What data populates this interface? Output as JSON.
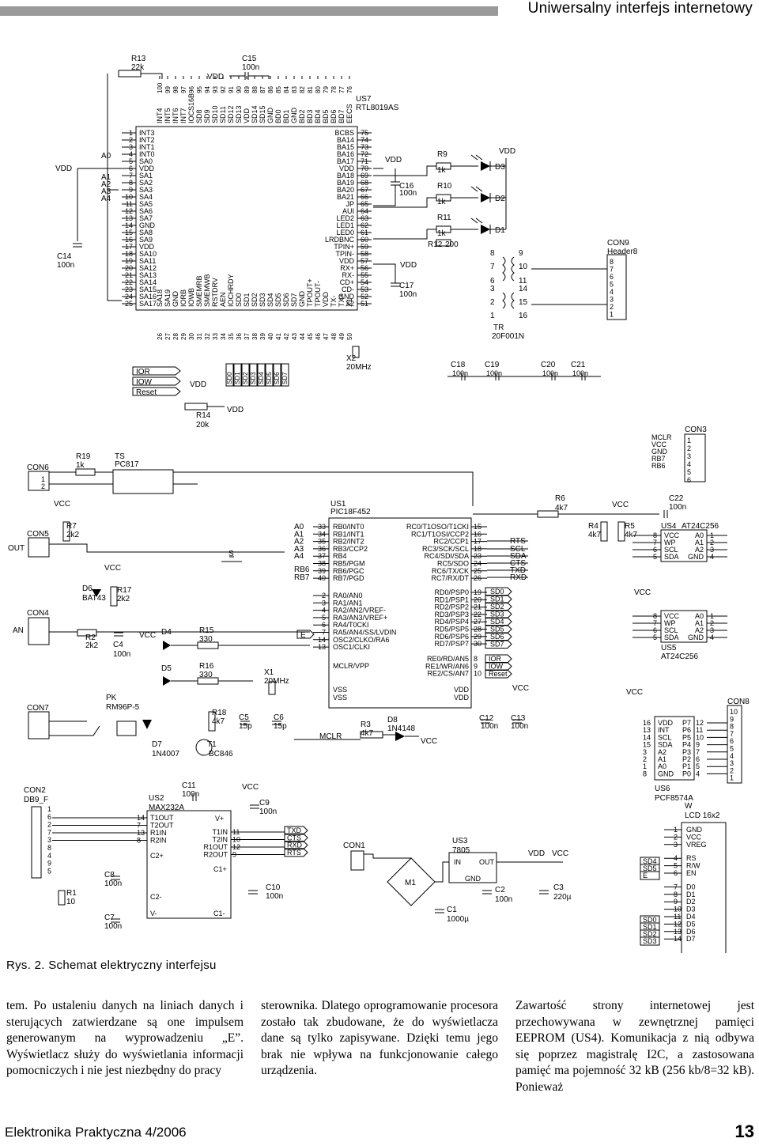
{
  "header": {
    "title": "Uniwersalny interfejs internetowy"
  },
  "figure": {
    "caption": "Rys. 2. Schemat elektryczny interfejsu",
    "labels": {
      "r13": "R13",
      "r13v": "22k",
      "c15": "C15",
      "c15v": "100n",
      "vdd": "VDD",
      "us7": "US7",
      "us7part": "RTL8019AS",
      "c14": "C14",
      "c14v": "100n",
      "us7_left_pins": [
        "INT3",
        "INT2",
        "INT1",
        "INT0",
        "SA0",
        "VDD",
        "SA1",
        "SA2",
        "SA3",
        "SA4",
        "SA5",
        "SA6",
        "SA7",
        "GND",
        "SA8",
        "SA9",
        "VDD",
        "SA10",
        "SA11",
        "SA12",
        "SA13",
        "SA14",
        "SA15",
        "SA16",
        "SA17"
      ],
      "us7_left_nums": [
        "1",
        "2",
        "3",
        "4",
        "5",
        "6",
        "7",
        "8",
        "9",
        "10",
        "11",
        "12",
        "13",
        "14",
        "15",
        "16",
        "17",
        "18",
        "19",
        "20",
        "21",
        "22",
        "23",
        "24",
        "25"
      ],
      "us7_right_pins": [
        "BCBS",
        "BA14",
        "BA15",
        "BA16",
        "BA17",
        "VDD",
        "BA18",
        "BA19",
        "BA20",
        "BA21",
        "JP",
        "AUI",
        "LED2",
        "LED1",
        "LED0",
        "LRDBNC",
        "TPIN+",
        "TPIN-",
        "VDD",
        "RX+",
        "RX-",
        "CD+",
        "CD-",
        "GND",
        "X2"
      ],
      "us7_right_nums": [
        "75",
        "74",
        "73",
        "72",
        "71",
        "70",
        "69",
        "68",
        "67",
        "66",
        "65",
        "64",
        "63",
        "62",
        "61",
        "60",
        "59",
        "58",
        "57",
        "56",
        "55",
        "54",
        "53",
        "52",
        "51"
      ],
      "us7_top_pins": [
        "INT4",
        "INT5",
        "INT6",
        "INT7",
        "IOCS16B",
        "SD8",
        "SD9",
        "SD10",
        "SD11",
        "SD12",
        "SD13",
        "VDD",
        "SD14",
        "SD15",
        "GND",
        "BD0",
        "BD1",
        "GND",
        "BD2",
        "BD3",
        "BD4",
        "BD5",
        "BD6",
        "BD7",
        "EECS"
      ],
      "us7_top_nums": [
        "100",
        "99",
        "98",
        "97",
        "96",
        "95",
        "94",
        "93",
        "92",
        "91",
        "90",
        "89",
        "88",
        "87",
        "86",
        "85",
        "84",
        "83",
        "82",
        "81",
        "80",
        "79",
        "78",
        "77",
        "76"
      ],
      "us7_bottom_pins": [
        "SA18",
        "SA19",
        "GND",
        "IORB",
        "IOWB",
        "SMEMRB",
        "SMEMWB",
        "RSTDRV",
        "AEN",
        "IOCHRDY",
        "SD0",
        "SD1",
        "SD2",
        "SD3",
        "SD4",
        "SD5",
        "SD6",
        "SD7",
        "GND",
        "TPOUT+",
        "TPOUT-",
        "VDD",
        "TX-",
        "TX+",
        "X1"
      ],
      "us7_bottom_nums": [
        "26",
        "27",
        "28",
        "29",
        "30",
        "31",
        "32",
        "33",
        "34",
        "35",
        "36",
        "37",
        "38",
        "39",
        "40",
        "41",
        "42",
        "43",
        "44",
        "45",
        "46",
        "47",
        "48",
        "49",
        "50"
      ],
      "a_labels": [
        "A0",
        "A1",
        "A2",
        "A3",
        "A4"
      ],
      "c16": "C16",
      "c16v": "100n",
      "c17": "C17",
      "c17v": "100n",
      "r9": "R9",
      "r10": "R10",
      "r11": "R11",
      "r12": "R12",
      "r12v": "200",
      "k1": "1k",
      "d1": "D1",
      "d2": "D2",
      "d3": "D3",
      "con9": "CON9",
      "con9part": "Header8",
      "tr": "TR",
      "trpart": "20F001N",
      "tr_left": [
        "8",
        "7",
        "6",
        "3",
        "2",
        "1"
      ],
      "tr_right": [
        "9",
        "10",
        "11",
        "14",
        "15",
        "16"
      ],
      "c18": "C18",
      "c19": "C19",
      "c20": "C20",
      "c21": "C21",
      "x2": "X2",
      "x2v": "20MHz",
      "ior": "IOR",
      "iow": "IOW",
      "reset": "Reset",
      "sd_labels": [
        "SD0",
        "SD1",
        "SD2",
        "SD3",
        "SD4",
        "SD5",
        "SD6",
        "SD7"
      ],
      "r14": "R14",
      "r14v": "20k",
      "con3": "CON3",
      "con3_pins": [
        "MCLR",
        "VCC",
        "GND",
        "RB7",
        "RB6"
      ],
      "con3_nums": [
        "1",
        "2",
        "3",
        "4",
        "5",
        "6"
      ],
      "con6": "CON6",
      "r19": "R19",
      "ts": "TS",
      "tspart": "PC817",
      "us1": "US1",
      "us1part": "PIC18F452",
      "us1_left_a": [
        "RB0/INT0",
        "RB1/INT1",
        "RB2/INT2",
        "RB3/CCP2",
        "RB4",
        "RB5/PGM",
        "RB6/PGC",
        "RB7/PGD"
      ],
      "us1_left_a_nums": [
        "33",
        "34",
        "35",
        "36",
        "37",
        "38",
        "39",
        "40"
      ],
      "us1_left_b": [
        "RA0/AN0",
        "RA1/AN1",
        "RA2/AN2/VREF-",
        "RA3/AN3/VREF+",
        "RA4/T0CKI",
        "RA5/AN4/SS/LVDIN",
        "OSC2/CLKO/RA6",
        "OSC1/CLKI"
      ],
      "us1_left_b_nums": [
        "2",
        "3",
        "4",
        "5",
        "6",
        "7",
        "14",
        "13"
      ],
      "us1_right_a": [
        "RC0/T1OSO/T1CKI",
        "RC1/T1OSI/CCP2",
        "RC2/CCP1",
        "RC3/SCK/SCL",
        "RC4/SDI/SDA",
        "RC5/SDO",
        "RC6/TX/CK",
        "RC7/RX/DT"
      ],
      "us1_right_a_nums": [
        "15",
        "16",
        "17",
        "18",
        "23",
        "24",
        "25",
        "26"
      ],
      "us1_right_b": [
        "RD0/PSP0",
        "RD1/PSP1",
        "RD2/PSP2",
        "RD3/PSP3",
        "RD4/PSP4",
        "RD5/PSP5",
        "RD6/PSP6",
        "RD7/PSP7"
      ],
      "us1_right_b_nums": [
        "19",
        "20",
        "21",
        "22",
        "27",
        "28",
        "29",
        "30"
      ],
      "us1_re": [
        "RE0/RD/AN5",
        "RE1/WR/AN6",
        "RE2/CS/AN7"
      ],
      "us1_re_nums": [
        "8",
        "9",
        "10"
      ],
      "sig_rts": "RTS",
      "sig_scl": "SCL",
      "sig_sda": "SDA",
      "sig_cts": "CTS",
      "sig_txd": "TXD",
      "sig_rxd": "RXD",
      "mclr_vpp": "MCLR/VPP",
      "vss": "VSS",
      "vcc": "VCC",
      "mclr": "MCLR",
      "r6": "R6",
      "k4_7": "4k7",
      "c22": "C22",
      "r4": "R4",
      "r5": "R5",
      "us4": "US4",
      "us4part": "AT24C256",
      "us5": "US5",
      "eeprom_left": [
        "VCC",
        "WP",
        "SCL",
        "SDA"
      ],
      "eeprom_right": [
        "A0",
        "A1",
        "A2",
        "GND"
      ],
      "eeprom_lnums": [
        "8",
        "7",
        "6",
        "5"
      ],
      "eeprom_rnums": [
        "1",
        "2",
        "3",
        "4"
      ],
      "con5": "CON5",
      "out": "OUT",
      "r7": "R7",
      "r7v": "2k2",
      "s": "S",
      "con4": "CON4",
      "an": "AN",
      "d6": "D6",
      "d6part": "BAT43",
      "r17": "R17",
      "r17v": "2k2",
      "r2": "R2",
      "c4": "C4",
      "d4": "D4",
      "d5": "D5",
      "r15": "R15",
      "r15v": "330",
      "r16": "R16",
      "x1": "X1",
      "x1v": "20MHz",
      "e": "E",
      "con7": "CON7",
      "pk": "PK",
      "pkpart": "RM96P-5",
      "r18": "R18",
      "d7": "D7",
      "d7part": "1N4007",
      "t1": "T1",
      "t1part": "BC846",
      "c5": "C5",
      "c6": "C6",
      "c15p": "15p",
      "r3": "R3",
      "d8": "D8",
      "d8part": "1N4148",
      "c12": "C12",
      "c13": "C13",
      "con8": "CON8",
      "us6": "US6",
      "us6part": "PCF8574A",
      "pcf_left": [
        "VDD",
        "INT",
        "SCL",
        "SDA",
        "A2",
        "A1",
        "A0",
        "GND"
      ],
      "pcf_lnums": [
        "16",
        "13",
        "14",
        "15",
        "3",
        "2",
        "1",
        "8"
      ],
      "pcf_right": [
        "P7",
        "P6",
        "P5",
        "P4",
        "P3",
        "P2",
        "P1",
        "P0"
      ],
      "pcf_rnums": [
        "12",
        "11",
        "10",
        "9",
        "7",
        "6",
        "5",
        "4"
      ],
      "con8_nums": [
        "10",
        "9",
        "8",
        "7",
        "6",
        "5",
        "4",
        "3",
        "2",
        "1"
      ],
      "con2": "CON2",
      "con2part": "DB9_F",
      "db9_nums": [
        "1",
        "6",
        "2",
        "7",
        "3",
        "8",
        "4",
        "9",
        "5"
      ],
      "us2": "US2",
      "us2part": "MAX232A",
      "c11": "C11",
      "max_left": [
        "T1OUT",
        "T2OUT",
        "R1IN",
        "R2IN"
      ],
      "max_lnums": [
        "14",
        "7",
        "13",
        "8"
      ],
      "max_right": [
        "T1IN",
        "T2IN",
        "R1OUT",
        "R2OUT"
      ],
      "max_rnums": [
        "11",
        "10",
        "12",
        "9"
      ],
      "c9": "C9",
      "c8": "C8",
      "c7": "C7",
      "c10": "C10",
      "r1": "R1",
      "r1v": "10",
      "con1": "CON1",
      "m1": "M1",
      "us3": "US3",
      "us3part": "7805",
      "in": "IN",
      "outp": "OUT",
      "gnd": "GND",
      "c1": "C1",
      "c1v": "1000µ",
      "c2": "C2",
      "c3": "C3",
      "c3v": "220µ",
      "w": "W",
      "lcd": "LCD 16x2",
      "lcd_pins": [
        "GND",
        "VCC",
        "VREG",
        "RS",
        "R/W",
        "EN",
        "D0",
        "D1",
        "D2",
        "D3",
        "D4",
        "D5",
        "D6",
        "D7"
      ],
      "lcd_nums": [
        "1",
        "2",
        "3",
        "4",
        "5",
        "6",
        "7",
        "8",
        "9",
        "10",
        "11",
        "12",
        "13",
        "14"
      ],
      "lcd_sig": [
        "SD4",
        "SD5",
        "E",
        "SD0",
        "SD1",
        "SD2",
        "SD3"
      ],
      "ior_iow_reset": [
        "IOR",
        "IOW",
        "Reset"
      ],
      "sd_ra": [
        "SD0",
        "SD1",
        "SD2",
        "SD3",
        "SD4",
        "SD5",
        "SD6",
        "SD7"
      ]
    }
  },
  "body": {
    "col1": "tem. Po ustaleniu danych na liniach danych i sterujących zatwierdzane są one impulsem generowanym na wyprowadzeniu „E”. Wyświetlacz służy do wyświetlania informacji pomocniczych i nie jest niezbędny do pracy",
    "col2": "sterownika. Dlatego oprogramowanie procesora zostało tak zbudowane, że do wyświetlacza dane są tylko zapisywane. Dzięki temu jego brak nie wpływa na funkcjonowanie całego urządzenia.",
    "col3": "Zawartość strony internetowej jest przechowywana w zewnętrznej pamięci EEPROM (US4). Komunikacja z nią odbywa się poprzez magistralę I2C, a zastosowana pamięć ma pojemność 32 kB (256 kb/8=32 kB). Ponieważ"
  },
  "footer": {
    "magazine": "Elektronika Praktyczna 4/2006",
    "page": "13"
  }
}
